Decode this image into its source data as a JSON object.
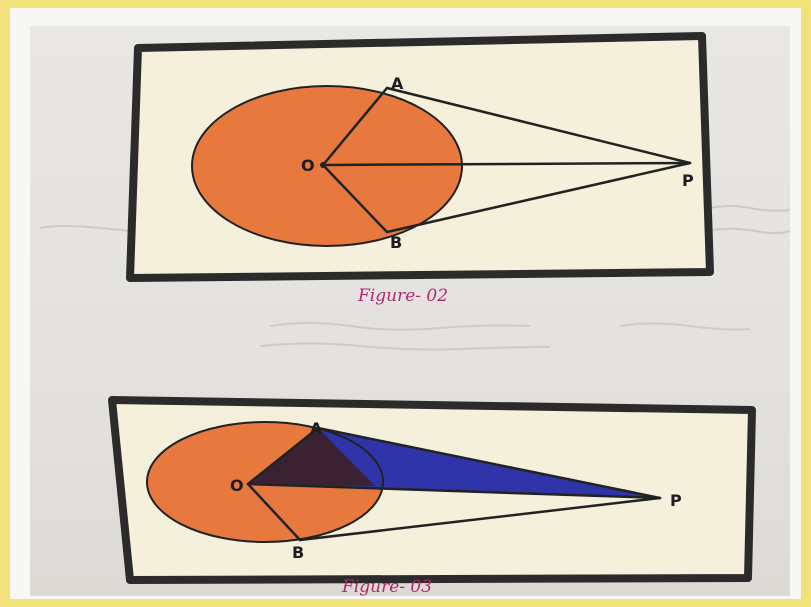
{
  "photo": {
    "subject": "handwritten geometry notebook page",
    "colors": {
      "border": "#f2e27a",
      "paper": "#e7e5e2",
      "card": "#f4f0dc",
      "circle_fill": "#e7793f",
      "triangle_blue": "#2f34a8",
      "triangle_dark": "#3a2233",
      "ink": "#1d1d1d",
      "caption": "#b4276e"
    }
  },
  "figures": [
    {
      "points": {
        "a": "A",
        "b": "B",
        "o": "O",
        "p": "P"
      },
      "caption": "Figure- 02"
    },
    {
      "points": {
        "a": "A",
        "b": "B",
        "o": "O",
        "p": "P"
      },
      "caption": "Figure- 03"
    }
  ]
}
